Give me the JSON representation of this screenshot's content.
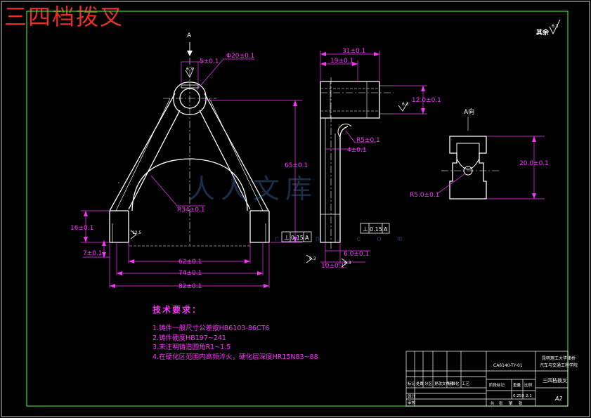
{
  "title": "三四档拨叉",
  "watermark": {
    "main": "人人文库",
    "sub": "r  e  n  .  c  o  m"
  },
  "roughness": {
    "label": "其余",
    "value": "6.3"
  },
  "views": {
    "section_marker": "A",
    "side_view_label": "A向"
  },
  "dimensions": {
    "d1": "5±0.1",
    "d2": "Φ20±0.1",
    "d3": "31±0.1",
    "d4": "19±0.1",
    "d5": "12.0±0.1",
    "d6": "R5±0.1",
    "d7": "4±0.1",
    "d8": "65±0.1",
    "d9": "R34±0.1",
    "d10": "16±0.1",
    "d11": "7±0.1",
    "d12": "62±0.1",
    "d13": "74±0.1",
    "d14": "82±0.1",
    "d15": "6.0±0.1",
    "d16": "10±0.1",
    "d17": "20.0±0.1",
    "d18": "R5.0±0.1"
  },
  "tolerances": {
    "t1_value": "0.15",
    "t1_datum": "A",
    "t2_value": "0.15",
    "t2_datum": "A"
  },
  "surface_marks": {
    "s1": "6.3",
    "s2": "12.5",
    "s3": "6.3",
    "s4": "6.3",
    "s5": "6.3"
  },
  "tech_requirements": {
    "heading": "技术要求：",
    "items": [
      "1.铸件一般尺寸公差按HB6103-86CT6",
      "2.铸件硬度HB197~241",
      "3.未注明铸造圆角R1~1.5",
      "4.在硬化区范围内高频淬火，硬化层深度HR15N83~88"
    ]
  },
  "title_block": {
    "school_line1": "昆明理工大学津桥",
    "school_line2": "汽车与交通工程学院",
    "part_name": "三四档拨叉",
    "drawing_no": "CA6140-TY-01",
    "scale_value": "2:1",
    "weight": "0.259",
    "sheet_size": "A2",
    "row_labels": [
      "标记",
      "处数",
      "分区",
      "更改文件号"
    ],
    "sign_labels": [
      "设计",
      "标准化",
      "审核",
      "工艺"
    ],
    "stage_label": "阶段标记",
    "weight_label": "重量",
    "scale_label": "比例",
    "sheet_labels": [
      "共",
      "张",
      "第",
      "张"
    ]
  }
}
